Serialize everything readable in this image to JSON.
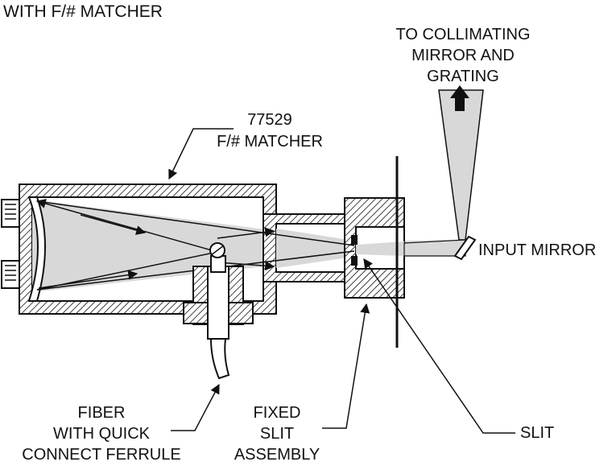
{
  "header": {
    "title": "WITH F/# MATCHER"
  },
  "labels": {
    "to_collimating": [
      "TO COLLIMATING",
      "MIRROR AND",
      "GRATING"
    ],
    "matcher": [
      "77529",
      "F/# MATCHER"
    ],
    "input_mirror": "INPUT MIRROR",
    "fiber": [
      "FIBER",
      "WITH QUICK",
      "CONNECT FERRULE"
    ],
    "fixed_slit": [
      "FIXED",
      "SLIT",
      "ASSEMBLY"
    ],
    "slit": "SLIT"
  },
  "colors": {
    "ink": "#111111",
    "beam": "#d8d8d8",
    "hatch": "#111111",
    "background": "#ffffff"
  }
}
